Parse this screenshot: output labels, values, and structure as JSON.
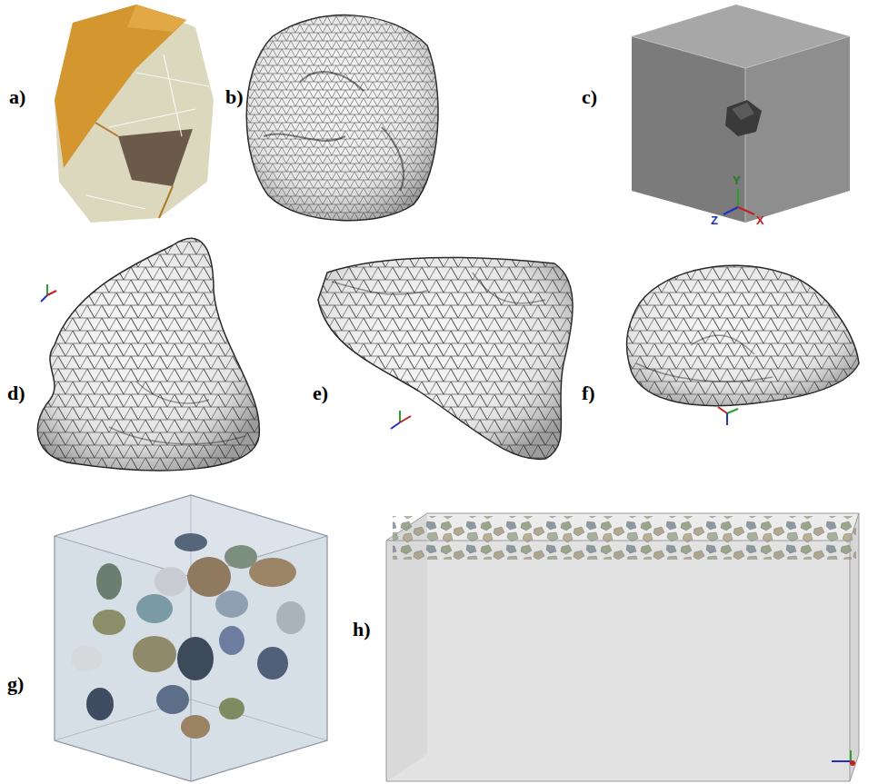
{
  "diagram": {
    "labels": [
      "a)",
      "b)",
      "c)",
      "d)",
      "e)",
      "f)",
      "g)",
      "h)",
      "Y",
      "Z",
      "X"
    ]
  }
}
